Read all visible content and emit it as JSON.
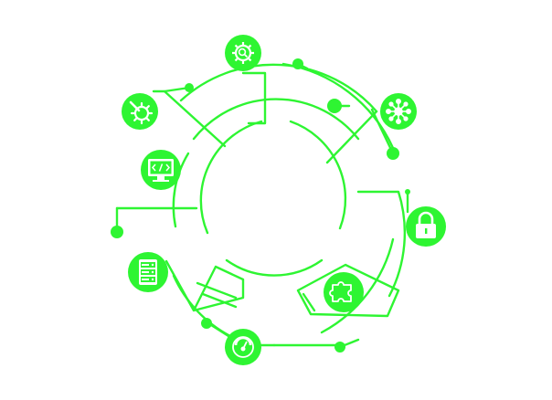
{
  "diagram": {
    "accent_color": "#2ef532",
    "icon_color": "#ffffff",
    "nodes": [
      {
        "id": "settings-search",
        "icon": "gear-search-icon",
        "label": ""
      },
      {
        "id": "network-hub",
        "icon": "network-hub-icon",
        "label": ""
      },
      {
        "id": "security-lock",
        "icon": "padlock-icon",
        "label": ""
      },
      {
        "id": "integration-puzzle",
        "icon": "puzzle-piece-icon",
        "label": ""
      },
      {
        "id": "performance-gauge",
        "icon": "speedometer-icon",
        "label": ""
      },
      {
        "id": "server-hosting",
        "icon": "server-rack-icon",
        "label": ""
      },
      {
        "id": "web-development",
        "icon": "code-monitor-icon",
        "label": ""
      },
      {
        "id": "technical-support",
        "icon": "wrench-gear-icon",
        "label": ""
      }
    ],
    "center_text": ""
  }
}
